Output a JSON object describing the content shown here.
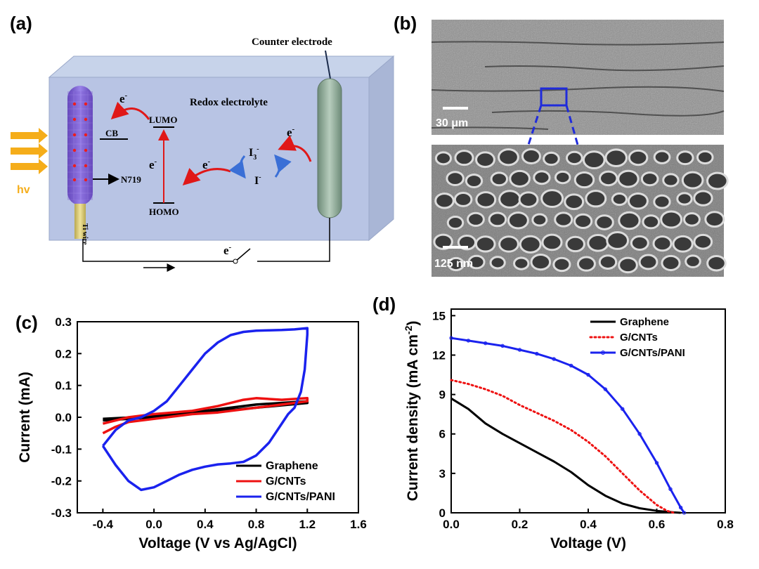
{
  "panels": {
    "a": "(a)",
    "b": "(b)",
    "c": "(c)",
    "d": "(d)"
  },
  "schematic": {
    "counter_electrode": "Counter electrode",
    "redox_electrolyte": "Redox electrolyte",
    "electron": "e",
    "electron_sup": "-",
    "lumo": "LUMO",
    "homo": "HOMO",
    "cb": "CB",
    "n719": "N719",
    "i3": "I",
    "i3_sub": "3",
    "i3_sup": "-",
    "i_minus": "I",
    "i_minus_sup": "-",
    "hv": "hv",
    "ti_wire": "Ti wire"
  },
  "sem": {
    "scale_top": "30 μm",
    "scale_bottom": "125 nm"
  },
  "chart_data": [
    {
      "type": "line",
      "panel": "(c)",
      "xlabel": "Voltage (V vs Ag/AgCl)",
      "ylabel": "Current (mA)",
      "xlim": [
        -0.6,
        1.6
      ],
      "ylim": [
        -0.3,
        0.3
      ],
      "xticks": [
        "-0.4",
        "0.0",
        "0.4",
        "0.8",
        "1.2",
        "1.6"
      ],
      "xtick_values": [
        -0.4,
        0.0,
        0.4,
        0.8,
        1.2,
        1.6
      ],
      "yticks": [
        "-0.3",
        "-0.2",
        "-0.1",
        "0.0",
        "0.1",
        "0.2",
        "0.3"
      ],
      "ytick_values": [
        -0.3,
        -0.2,
        -0.1,
        0.0,
        0.1,
        0.2,
        0.3
      ],
      "legend_position": "bottom-right",
      "series": [
        {
          "name": "Graphene",
          "color": "#000000",
          "points": [
            [
              -0.4,
              -0.01
            ],
            [
              0.0,
              0.0
            ],
            [
              0.4,
              0.015
            ],
            [
              0.8,
              0.03
            ],
            [
              1.2,
              0.045
            ],
            [
              1.2,
              0.05
            ],
            [
              0.8,
              0.04
            ],
            [
              0.4,
              0.02
            ],
            [
              0.0,
              0.003
            ],
            [
              -0.4,
              -0.005
            ]
          ]
        },
        {
          "name": "G/CNTs",
          "color": "#ee1111",
          "points": [
            [
              -0.4,
              -0.05
            ],
            [
              -0.3,
              -0.03
            ],
            [
              -0.2,
              -0.015
            ],
            [
              0.0,
              -0.005
            ],
            [
              0.3,
              0.01
            ],
            [
              0.5,
              0.015
            ],
            [
              0.8,
              0.03
            ],
            [
              1.0,
              0.04
            ],
            [
              1.2,
              0.05
            ],
            [
              1.2,
              0.06
            ],
            [
              1.0,
              0.055
            ],
            [
              0.8,
              0.06
            ],
            [
              0.7,
              0.055
            ],
            [
              0.5,
              0.035
            ],
            [
              0.3,
              0.02
            ],
            [
              0.0,
              0.01
            ],
            [
              -0.2,
              0.0
            ],
            [
              -0.4,
              -0.02
            ]
          ]
        },
        {
          "name": "G/CNTs/PANI",
          "color": "#1a22ee",
          "points": [
            [
              -0.4,
              -0.09
            ],
            [
              -0.3,
              -0.04
            ],
            [
              -0.2,
              -0.01
            ],
            [
              -0.1,
              0.0
            ],
            [
              0.0,
              0.02
            ],
            [
              0.1,
              0.05
            ],
            [
              0.2,
              0.1
            ],
            [
              0.3,
              0.15
            ],
            [
              0.4,
              0.2
            ],
            [
              0.5,
              0.235
            ],
            [
              0.6,
              0.258
            ],
            [
              0.7,
              0.268
            ],
            [
              0.8,
              0.272
            ],
            [
              0.9,
              0.273
            ],
            [
              1.0,
              0.274
            ],
            [
              1.1,
              0.276
            ],
            [
              1.2,
              0.28
            ],
            [
              1.2,
              0.26
            ],
            [
              1.18,
              0.15
            ],
            [
              1.15,
              0.08
            ],
            [
              1.1,
              0.03
            ],
            [
              1.05,
              0.01
            ],
            [
              1.0,
              -0.02
            ],
            [
              0.9,
              -0.08
            ],
            [
              0.8,
              -0.12
            ],
            [
              0.7,
              -0.14
            ],
            [
              0.6,
              -0.145
            ],
            [
              0.5,
              -0.148
            ],
            [
              0.4,
              -0.155
            ],
            [
              0.3,
              -0.165
            ],
            [
              0.2,
              -0.18
            ],
            [
              0.1,
              -0.2
            ],
            [
              0.0,
              -0.22
            ],
            [
              -0.1,
              -0.228
            ],
            [
              -0.2,
              -0.2
            ],
            [
              -0.3,
              -0.15
            ],
            [
              -0.4,
              -0.09
            ]
          ]
        }
      ]
    },
    {
      "type": "line",
      "panel": "(d)",
      "xlabel": "Voltage (V)",
      "ylabel": "Current density (mA cm",
      "ylabel_sup": "-2",
      "ylabel_close": ")",
      "xlim": [
        0.0,
        0.8
      ],
      "ylim": [
        0,
        15.5
      ],
      "xticks": [
        "0.0",
        "0.2",
        "0.4",
        "0.6",
        "0.8"
      ],
      "xtick_values": [
        0.0,
        0.2,
        0.4,
        0.6,
        0.8
      ],
      "yticks": [
        "0",
        "3",
        "6",
        "9",
        "12",
        "15"
      ],
      "ytick_values": [
        0,
        3,
        6,
        9,
        12,
        15
      ],
      "legend_position": "top-right",
      "series": [
        {
          "name": "Graphene",
          "color": "#000000",
          "style": "solid",
          "points": [
            [
              0.0,
              8.7
            ],
            [
              0.05,
              7.9
            ],
            [
              0.1,
              6.8
            ],
            [
              0.15,
              6.0
            ],
            [
              0.2,
              5.3
            ],
            [
              0.25,
              4.6
            ],
            [
              0.3,
              3.9
            ],
            [
              0.35,
              3.1
            ],
            [
              0.4,
              2.1
            ],
            [
              0.45,
              1.3
            ],
            [
              0.5,
              0.7
            ],
            [
              0.55,
              0.35
            ],
            [
              0.6,
              0.15
            ],
            [
              0.65,
              0.03
            ],
            [
              0.67,
              0.0
            ]
          ]
        },
        {
          "name": "G/CNTs",
          "color": "#ee1111",
          "style": "dotted",
          "points": [
            [
              0.0,
              10.1
            ],
            [
              0.05,
              9.8
            ],
            [
              0.1,
              9.4
            ],
            [
              0.15,
              8.9
            ],
            [
              0.2,
              8.2
            ],
            [
              0.25,
              7.6
            ],
            [
              0.3,
              7.0
            ],
            [
              0.35,
              6.3
            ],
            [
              0.4,
              5.4
            ],
            [
              0.45,
              4.3
            ],
            [
              0.5,
              3.0
            ],
            [
              0.55,
              1.7
            ],
            [
              0.6,
              0.6
            ],
            [
              0.63,
              0.15
            ],
            [
              0.65,
              0.0
            ]
          ]
        },
        {
          "name": "G/CNTs/PANI",
          "color": "#1a22ee",
          "style": "solid-marker",
          "points": [
            [
              0.0,
              13.3
            ],
            [
              0.05,
              13.1
            ],
            [
              0.1,
              12.9
            ],
            [
              0.15,
              12.7
            ],
            [
              0.2,
              12.4
            ],
            [
              0.25,
              12.1
            ],
            [
              0.3,
              11.7
            ],
            [
              0.35,
              11.2
            ],
            [
              0.4,
              10.5
            ],
            [
              0.45,
              9.4
            ],
            [
              0.5,
              7.9
            ],
            [
              0.55,
              6.0
            ],
            [
              0.6,
              3.8
            ],
            [
              0.64,
              1.8
            ],
            [
              0.67,
              0.4
            ],
            [
              0.68,
              0.0
            ]
          ]
        }
      ]
    }
  ]
}
